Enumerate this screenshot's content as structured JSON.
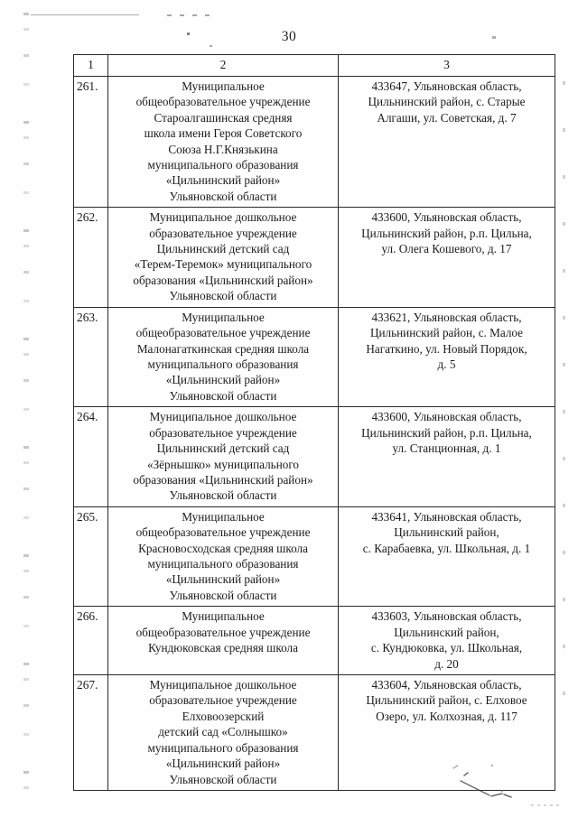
{
  "document": {
    "page_number": "30",
    "language": "ru"
  },
  "table": {
    "columns": [
      {
        "label": "1",
        "name": "col-index"
      },
      {
        "label": "2",
        "name": "col-institution-name"
      },
      {
        "label": "3",
        "name": "col-address"
      }
    ],
    "rows": [
      {
        "num": "261.",
        "name_lines": [
          "Муниципальное",
          "общеобразовательное учреждение",
          "Староалгашинская средняя",
          "школа имени Героя Советского",
          "Союза Н.Г.Князькина",
          "муниципального образования",
          "«Цильнинский район»",
          "Ульяновской области"
        ],
        "address_lines": [
          "433647, Ульяновская область,",
          "Цильнинский район, с. Старые",
          "Алгаши, ул. Советская, д. 7"
        ]
      },
      {
        "num": "262.",
        "name_lines": [
          "Муниципальное дошкольное",
          "образовательное учреждение",
          "Цильнинский детский сад",
          "«Терем-Теремок» муниципального",
          "образования «Цильнинский район»",
          "Ульяновской области"
        ],
        "address_lines": [
          "433600, Ульяновская область,",
          "Цильнинский район, р.п. Цильна,",
          "ул. Олега Кошевого, д. 17"
        ]
      },
      {
        "num": "263.",
        "name_lines": [
          "Муниципальное",
          "общеобразовательное учреждение",
          "Малонагаткинская средняя школа",
          "муниципального образования",
          "«Цильнинский район»",
          "Ульяновской области"
        ],
        "address_lines": [
          "433621, Ульяновская область,",
          "Цильнинский район, с. Малое",
          "Нагаткино, ул. Новый Порядок,",
          "д. 5"
        ]
      },
      {
        "num": "264.",
        "name_lines": [
          "Муниципальное дошкольное",
          "образовательное учреждение",
          "Цильнинский детский сад",
          "«Зёрнышко» муниципального",
          "образования «Цильнинский район»",
          "Ульяновской области"
        ],
        "address_lines": [
          "433600, Ульяновская область,",
          "Цильнинский район, р.п. Цильна,",
          "ул. Станционная, д. 1"
        ]
      },
      {
        "num": "265.",
        "name_lines": [
          "Муниципальное",
          "общеобразовательное учреждение",
          "Красновосходская средняя школа",
          "муниципального образования",
          "«Цильнинский район»",
          "Ульяновской области"
        ],
        "address_lines": [
          "433641, Ульяновская область,",
          "Цильнинский район,",
          "с. Карабаевка, ул. Школьная, д. 1"
        ]
      },
      {
        "num": "266.",
        "name_lines": [
          "Муниципальное",
          "общеобразовательное учреждение",
          "Кундюковская средняя школа"
        ],
        "address_lines": [
          "433603, Ульяновская область,",
          "Цильнинский район,",
          "с. Кундюковка, ул. Школьная,",
          "д. 20"
        ]
      },
      {
        "num": "267.",
        "name_lines": [
          "Муниципальное дошкольное",
          "образовательное учреждение",
          "Елховоозерский",
          "детский сад «Солнышко»",
          "муниципального образования",
          "«Цильнинский район»",
          "Ульяновской области"
        ],
        "address_lines": [
          "433604, Ульяновская область,",
          "Цильнинский район, с. Елховое",
          "Озеро, ул. Колхозная, д. 117"
        ]
      }
    ]
  }
}
